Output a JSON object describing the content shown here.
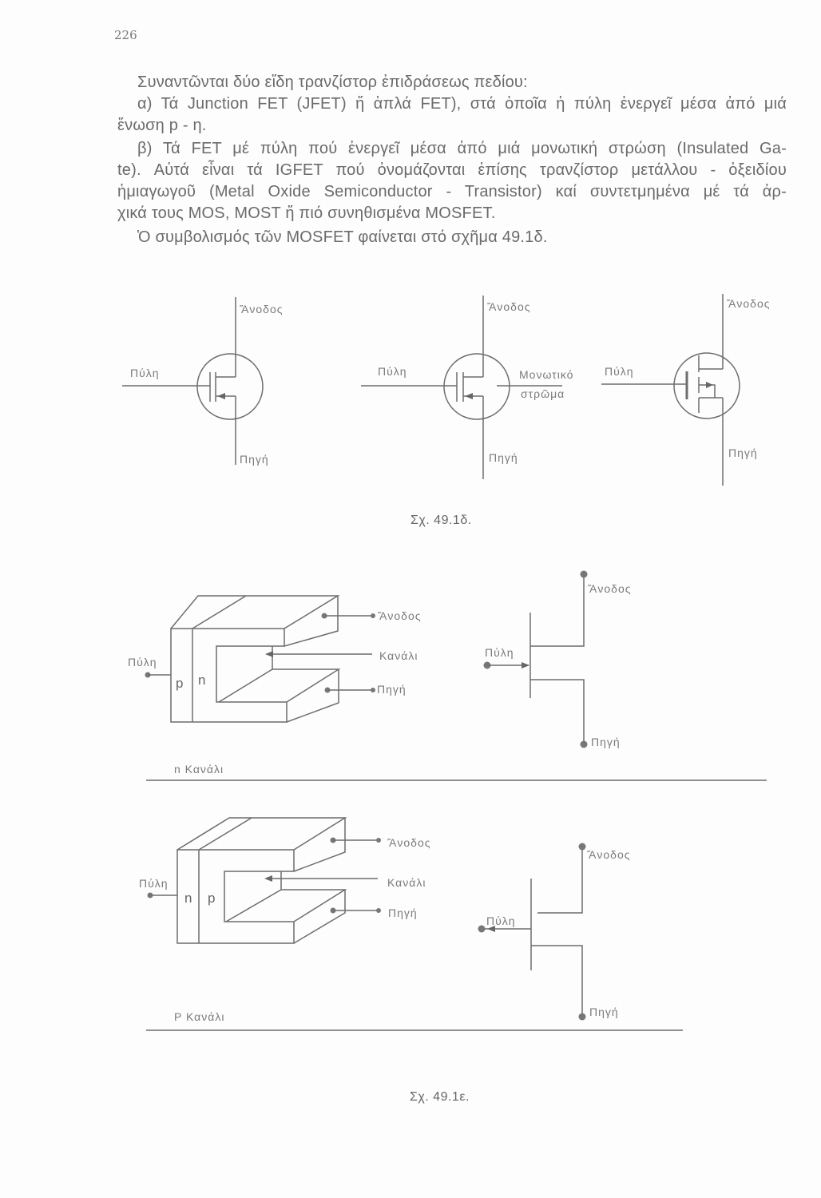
{
  "page_number": "226",
  "paragraphs": {
    "l1": "Συναντῶνται δύο εἴδη τρανζίστορ ἐπιδράσεως πεδίου:",
    "l2": "α) Τά Junction FET (JFET) ἤ ἁπλά FET), στά ὁποῖα ἡ πύλη ἐνεργεῖ μέσα ἀπό μιά",
    "l3": "ἕνωση p - η.",
    "l4": "β) Τά FET μέ πύλη πού ἐνεργεῖ μέσα ἀπό μιά μονωτική στρώση (Insulated Ga-",
    "l5": "te). Αὐτά εἶναι τά IGFET πού ὀνομάζονται ἐπίσης τρανζίστορ μετάλλου - ὀξειδίου",
    "l6": "ἡμιαγωγοῦ (Metal Oxide Semiconductor - Transistor) καί συντετμημένα μέ τά ἀρ-",
    "l7": "χικά τους MOS, MOST ἤ πιό συνηθισμένα MOSFET.",
    "l8": "Ὁ συμβολισμός τῶν MOSFET φαίνεται στό σχῆμα 49.1δ."
  },
  "fig_d": {
    "caption": "Σχ. 49.1δ.",
    "sym1": {
      "drain": "Ἄνοδος",
      "gate": "Πύλη",
      "source": "Πηγή"
    },
    "sym2": {
      "drain": "Ἄνοδος",
      "gate": "Πύλη",
      "source": "Πηγή",
      "insulator_1": "Μονωτικό",
      "insulator_2": "στρῶμα"
    },
    "sym3": {
      "drain": "Ἄνοδος",
      "gate": "Πύλη",
      "source": "Πηγή"
    }
  },
  "fig_e": {
    "caption": "Σχ. 49.1ε.",
    "n_channel": {
      "title": "n Κανάλι",
      "gate": "Πύλη",
      "p": "p",
      "n": "n",
      "drain": "Ἄνοδος",
      "channel": "Κανάλι",
      "source": "Πηγή",
      "sym_drain": "Ἄνοδος",
      "sym_gate": "Πύλη",
      "sym_source": "Πηγή"
    },
    "p_channel": {
      "title": "P Κανάλι",
      "gate": "Πύλη",
      "n": "n",
      "p": "p",
      "drain": "Ἄνοδος",
      "channel": "Κανάλι",
      "source": "Πηγή",
      "sym_drain": "Ἄνοδος",
      "sym_gate": "Πύλη",
      "sym_source": "Πηγή"
    }
  }
}
